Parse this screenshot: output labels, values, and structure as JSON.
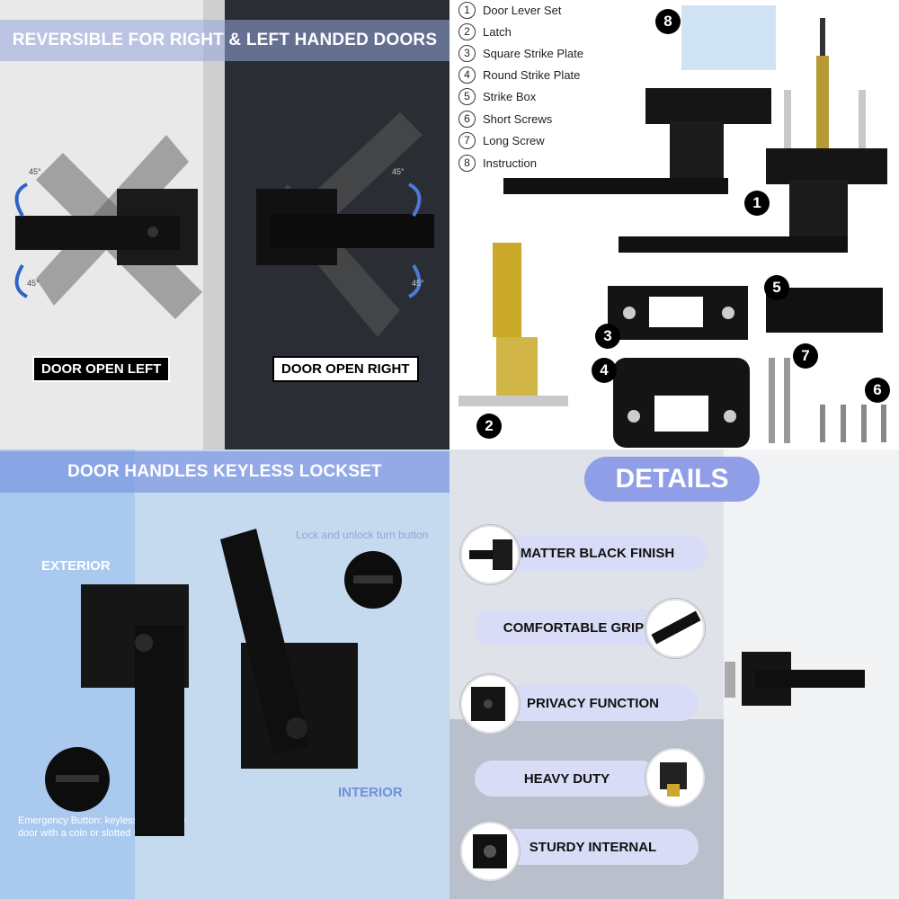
{
  "q1": {
    "banner": "REVERSIBLE FOR RIGHT & LEFT HANDED DOORS",
    "left_label": "DOOR OPEN LEFT",
    "right_label": "DOOR OPEN RIGHT",
    "angle": "45°"
  },
  "q2": {
    "parts": [
      {
        "num": "1",
        "label": "Door Lever Set"
      },
      {
        "num": "2",
        "label": "Latch"
      },
      {
        "num": "3",
        "label": "Square Strike Plate"
      },
      {
        "num": "4",
        "label": "Round Strike Plate"
      },
      {
        "num": "5",
        "label": "Strike Box"
      },
      {
        "num": "6",
        "label": "Short Screws"
      },
      {
        "num": "7",
        "label": "Long Screw"
      },
      {
        "num": "8",
        "label": "Instruction"
      }
    ]
  },
  "q3": {
    "banner": "DOOR HANDLES KEYLESS LOCKSET",
    "exterior": "EXTERIOR",
    "interior": "INTERIOR",
    "turn_button": "Lock and unlock turn button",
    "emergency": "Emergency Button: keyless,unlock the door with a coin or slotted screwdriver"
  },
  "q4": {
    "title": "DETAILS",
    "features": [
      "MATTER BLACK FINISH",
      "COMFORTABLE GRIP",
      "PRIVACY FUNCTION",
      "HEAVY DUTY",
      "STURDY INTERNAL"
    ]
  },
  "colors": {
    "banner": "#96a5dc",
    "details": "#8f9ee6",
    "pill": "#d9dcf6",
    "hardware": "#111111"
  }
}
